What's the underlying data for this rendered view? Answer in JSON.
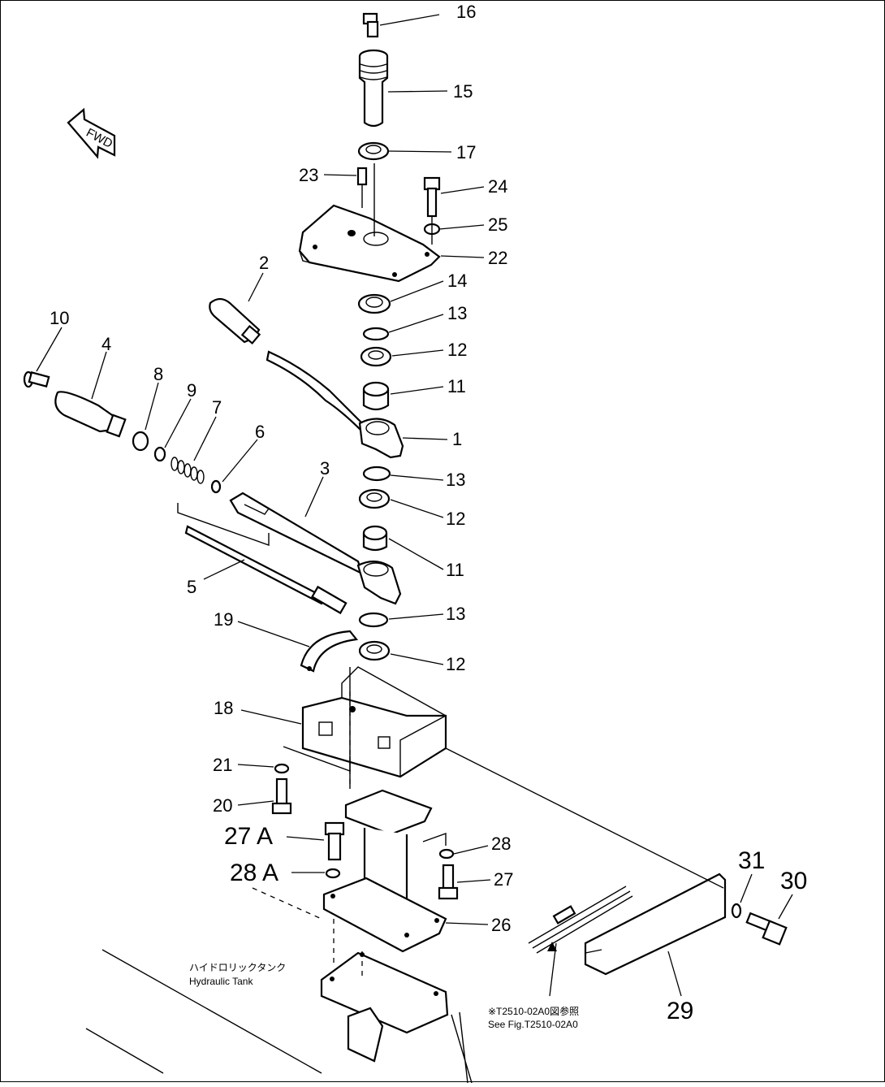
{
  "colors": {
    "line": "#000000",
    "background": "#ffffff"
  },
  "fwd_label": "FWD",
  "callouts": {
    "c16": "16",
    "c15": "15",
    "c17": "17",
    "c23": "23",
    "c24": "24",
    "c25": "25",
    "c22": "22",
    "c2": "2",
    "c14": "14",
    "c13a": "13",
    "c12a": "12",
    "c11a": "11",
    "c1": "1",
    "c10": "10",
    "c4": "4",
    "c8": "8",
    "c9": "9",
    "c7": "7",
    "c6": "6",
    "c3": "3",
    "c13b": "13",
    "c12b": "12",
    "c11b": "11",
    "c5": "5",
    "c19": "19",
    "c13c": "13",
    "c12c": "12",
    "c18": "18",
    "c21": "21",
    "c20": "20",
    "c27a": "27 A",
    "c28": "28",
    "c28a": "28 A",
    "c27": "27",
    "c26": "26",
    "c31": "31",
    "c30": "30",
    "c29": "29"
  },
  "notes": {
    "tank_jp": "ハイドロリックタンク",
    "tank_en": "Hydraulic  Tank",
    "ref_jp": "※T2510-02A0図参照",
    "ref_en": "See Fig.T2510-02A0"
  }
}
